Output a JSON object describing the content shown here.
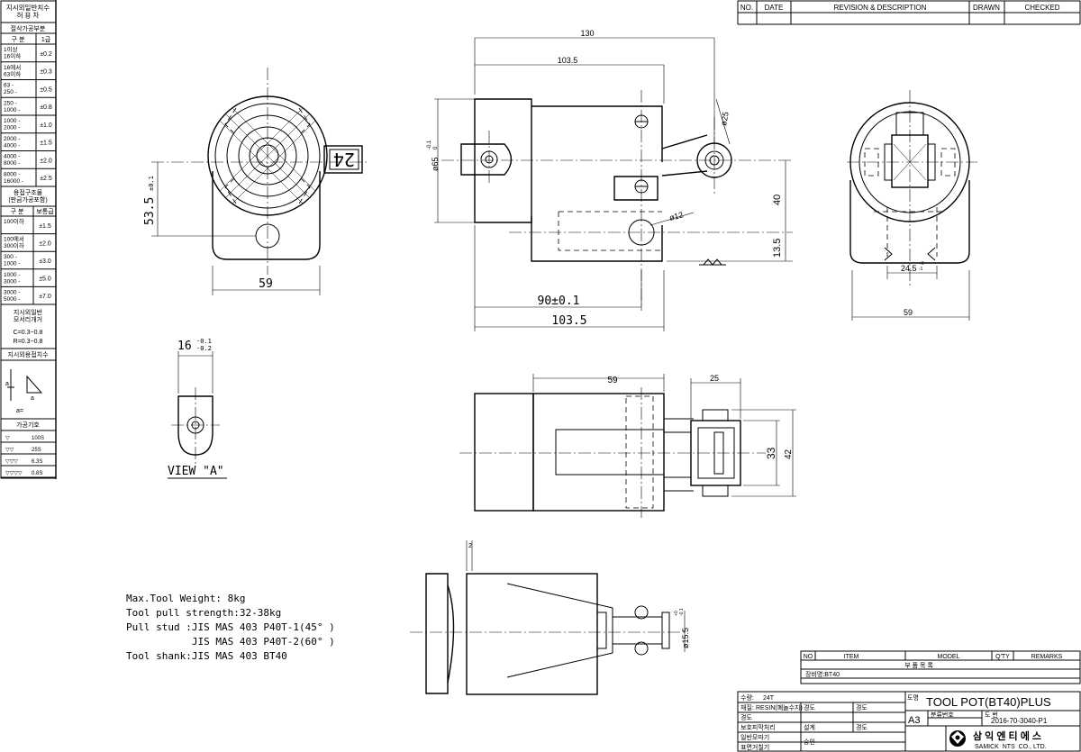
{
  "tolerance_table": {
    "title": "지시외일반치수\n허 용 차",
    "section1": "절삭가공부분",
    "header": [
      "구 분",
      "1급"
    ],
    "rows": [
      [
        "1이상\n16이하",
        "±0.2"
      ],
      [
        "16에서\n63이하",
        "±0.3"
      ],
      [
        "63 -\n250 -",
        "±0.5"
      ],
      [
        "250 -\n1000 -",
        "±0.8"
      ],
      [
        "1000 -\n2000 -",
        "±1.0"
      ],
      [
        "2000 -\n4000 -",
        "±1.5"
      ],
      [
        "4000 -\n8000 -",
        "±2.0"
      ],
      [
        "8000 -\n16000 -",
        "±2.5"
      ]
    ],
    "section2": "용접구조물\n(판금가공포함)",
    "header2": [
      "구 분",
      "보통급"
    ],
    "rows2": [
      [
        "100이하",
        "±1.5"
      ],
      [
        "100에서\n300이하",
        "±2.0"
      ],
      [
        "300 -\n1000 -",
        "±3.0"
      ],
      [
        "1000 -\n3000 -",
        "±5.0"
      ],
      [
        "3000 -\n5000 -",
        "±7.0"
      ]
    ],
    "chamfer_title": "지시외일반\n모서리개거",
    "chamfer_c": "C=0.3~0.8",
    "chamfer_r": "R=0.3~0.8",
    "weld_title": "지시외용접치수",
    "weld_a": "a",
    "weld_a2": "a=",
    "finish_title": "가공기호",
    "finish_rows": [
      [
        "▽",
        "100S"
      ],
      [
        "▽▽",
        "25S"
      ],
      [
        "▽▽▽",
        "6.3S"
      ],
      [
        "▽▽▽▽",
        "0.8S"
      ]
    ]
  },
  "revision_table": {
    "headers": [
      "NO.",
      "DATE",
      "REVISION & DESCRIPTION",
      "DRAWN",
      "CHECKED"
    ]
  },
  "dims": {
    "d130": "130",
    "d103_5_top": "103.5",
    "d25_phi": "ø25",
    "d65_phi": "ø65",
    "d65_tol": "-0.1\n0",
    "d40": "40",
    "d13_5": "13.5",
    "d12_phi": "ø12",
    "d90": "90±0.1",
    "d103_5_bot": "103.5",
    "d53_5": "53.5",
    "d53_5_tol": "±0.1",
    "d59_front": "59",
    "d59_right": "59",
    "d24_5": "24.5",
    "d24_5_tol": "+0\n-1",
    "d16": "16",
    "d16_tol": "-0.1\n-0.2",
    "top_59": "59",
    "top_25": "25",
    "top_33": "33",
    "top_42": "42",
    "sec_2": "2",
    "sec_15_5": "ø15.5",
    "sec_15_5_tol": "+0\n-0.1",
    "front_box_label": "24"
  },
  "view_label": "VIEW \"A\"",
  "notes": [
    "Max.Tool Weight: 8kg",
    "Tool pull strength:32-38kg",
    "Pull stud :JIS MAS 403 P40T-1(45° )",
    "           JIS MAS 403 P40T-2(60° )",
    "Tool shank:JIS MAS 403 BT40"
  ],
  "parts_table": {
    "headers": [
      "NO",
      "ITEM",
      "MODEL",
      "Q'TY",
      "REMARKS"
    ],
    "parts_list": "부 품 목 록",
    "equipment": "장비명:BT40"
  },
  "title_block": {
    "qty_label": "수량:",
    "qty_value": "24T",
    "material_label": "재질:",
    "material_value": "RESIN(폐놀수지)",
    "hardness1": "경도",
    "hardness2": "경도",
    "hardness3": "경도",
    "hardness4": "경도",
    "surface": "보호피막처리",
    "design": "설계",
    "general": "일반모따기",
    "approve": "승인",
    "finish": "표면거칠기",
    "drawing_name_label": "도명",
    "drawing_name": "TOOL POT(BT40)PLUS",
    "size": "A3",
    "class_label": "분류번호",
    "drawing_no_label": "도 번",
    "drawing_no": "2016-70-3040-P1",
    "company_kr": "삼 익 엔 티 에 스",
    "company_en": "SAMICK  NTS  CO., LTD."
  }
}
